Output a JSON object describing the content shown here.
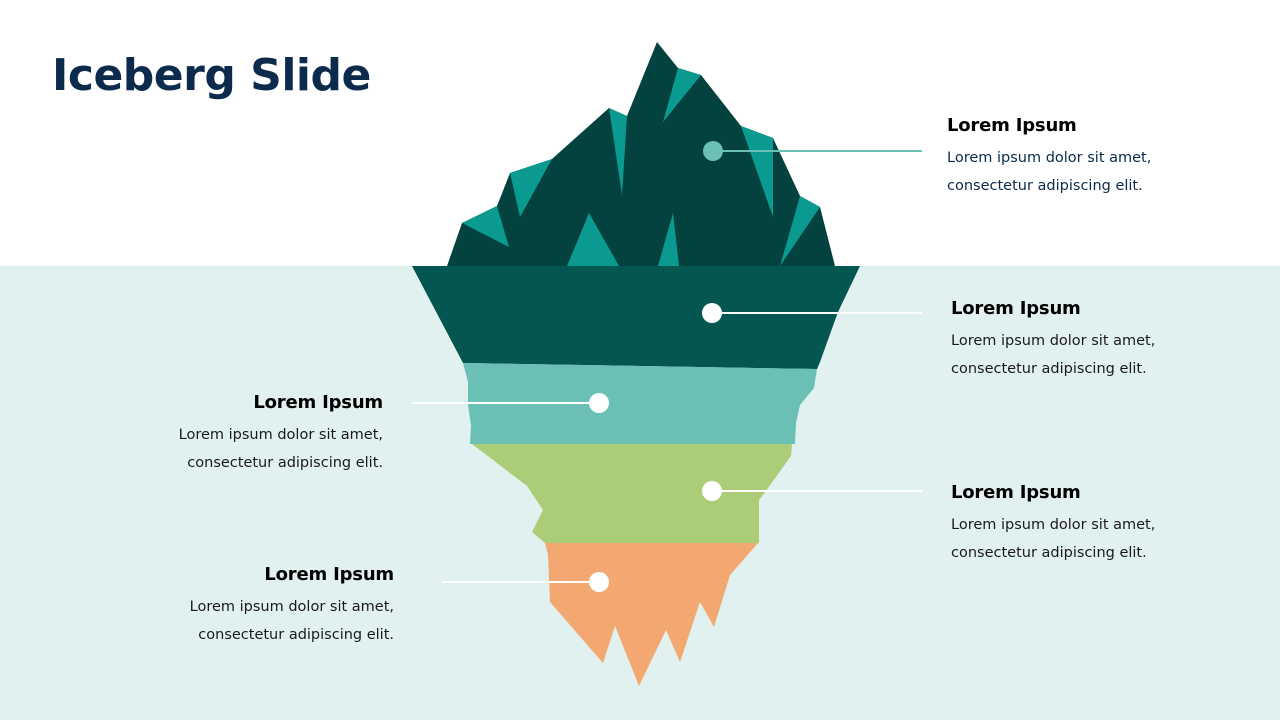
{
  "slide": {
    "title": "Iceberg Slide",
    "colors": {
      "title": "#0b2a4c",
      "water": "#e1f1f0",
      "tip_dark": "#03423f",
      "tip_facet": "#0a9a90",
      "layer1": "#045650",
      "layer2": "#6ac0b4",
      "layer3": "#abcd77",
      "layer4": "#f3a771",
      "dot_top": "#6ac0b4",
      "dot": "#ffffff"
    }
  },
  "callouts": [
    {
      "id": "tip",
      "heading": "Lorem Ipsum",
      "line1": "Lorem ipsum dolor sit amet,",
      "line2": "consectetur  adipiscing elit."
    },
    {
      "id": "layer1",
      "heading": "Lorem Ipsum",
      "line1": "Lorem ipsum dolor sit amet,",
      "line2": "consectetur  adipiscing elit."
    },
    {
      "id": "layer2",
      "heading": "Lorem Ipsum",
      "line1": "Lorem ipsum dolor sit amet,",
      "line2": "consectetur  adipiscing elit."
    },
    {
      "id": "layer3",
      "heading": "Lorem Ipsum",
      "line1": "Lorem ipsum dolor sit amet,",
      "line2": "consectetur  adipiscing elit."
    },
    {
      "id": "layer4",
      "heading": "Lorem Ipsum",
      "line1": "Lorem ipsum dolor sit amet,",
      "line2": "consectetur  adipiscing elit."
    }
  ]
}
